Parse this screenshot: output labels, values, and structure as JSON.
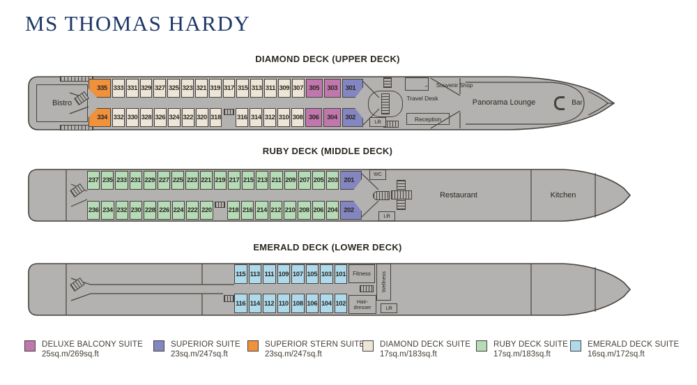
{
  "title": "MS THOMAS HARDY",
  "colors": {
    "navy": "#1D3767",
    "textdark": "#2B2620",
    "legendtext": "#433C35",
    "outline": "#46403B",
    "hull": "#B3B2B0",
    "deluxe": "#C077AD",
    "superior": "#8386C1",
    "stern": "#F0913C",
    "diamond": "#EDE6D8",
    "ruby": "#B5DBB7",
    "emerald": "#AEDAEC"
  },
  "icons": {
    "souvenir_arrow": "←"
  },
  "decks": {
    "diamond": {
      "heading": "DIAMOND DECK (UPPER DECK)",
      "areas": {
        "bistro": "Bistro",
        "travel_desk": "Travel Desk",
        "souvenir_shop": "Souvenir Shop",
        "reception": "Reception",
        "lift": "Lift",
        "panorama_lounge": "Panorama Lounge",
        "bar": "Bar"
      },
      "cabins_top": [
        {
          "n": "335",
          "t": "stern-bl"
        },
        {
          "n": "333",
          "t": "d"
        },
        {
          "n": "331",
          "t": "d"
        },
        {
          "n": "329",
          "t": "d"
        },
        {
          "n": "327",
          "t": "d"
        },
        {
          "n": "325",
          "t": "d"
        },
        {
          "n": "323",
          "t": "d"
        },
        {
          "n": "321",
          "t": "d"
        },
        {
          "n": "319",
          "t": "d"
        },
        {
          "n": "317",
          "t": "d"
        },
        {
          "n": "315",
          "t": "d"
        },
        {
          "n": "313",
          "t": "d"
        },
        {
          "n": "311",
          "t": "d"
        },
        {
          "n": "309",
          "t": "d"
        },
        {
          "n": "307",
          "t": "d"
        },
        {
          "n": "305",
          "t": "dx"
        },
        {
          "n": "303",
          "t": "dx"
        },
        {
          "n": "301",
          "t": "sup-br"
        }
      ],
      "cabins_bottom": [
        {
          "n": "334",
          "t": "stern-tl"
        },
        {
          "n": "332",
          "t": "d"
        },
        {
          "n": "330",
          "t": "d"
        },
        {
          "n": "328",
          "t": "d"
        },
        {
          "n": "326",
          "t": "d"
        },
        {
          "n": "324",
          "t": "d"
        },
        {
          "n": "322",
          "t": "d"
        },
        {
          "n": "320",
          "t": "d"
        },
        {
          "n": "318",
          "t": "d"
        },
        {
          "t": "gap"
        },
        {
          "n": "316",
          "t": "d"
        },
        {
          "n": "314",
          "t": "d"
        },
        {
          "n": "312",
          "t": "d"
        },
        {
          "n": "310",
          "t": "d"
        },
        {
          "n": "308",
          "t": "d"
        },
        {
          "n": "306",
          "t": "dx"
        },
        {
          "n": "304",
          "t": "dx"
        },
        {
          "n": "302",
          "t": "sup-tr"
        }
      ]
    },
    "ruby": {
      "heading": "RUBY DECK (MIDDLE DECK)",
      "areas": {
        "wc": "WC",
        "lift": "Lift",
        "restaurant": "Restaurant",
        "kitchen": "Kitchen"
      },
      "cabins_top": [
        {
          "n": "237",
          "t": "r"
        },
        {
          "n": "235",
          "t": "r"
        },
        {
          "n": "233",
          "t": "r"
        },
        {
          "n": "231",
          "t": "r"
        },
        {
          "n": "229",
          "t": "r"
        },
        {
          "n": "227",
          "t": "r"
        },
        {
          "n": "225",
          "t": "r"
        },
        {
          "n": "223",
          "t": "r"
        },
        {
          "n": "221",
          "t": "r"
        },
        {
          "n": "219",
          "t": "r"
        },
        {
          "n": "217",
          "t": "r"
        },
        {
          "n": "215",
          "t": "r"
        },
        {
          "n": "213",
          "t": "r"
        },
        {
          "n": "211",
          "t": "r"
        },
        {
          "n": "209",
          "t": "r"
        },
        {
          "n": "207",
          "t": "r"
        },
        {
          "n": "205",
          "t": "r"
        },
        {
          "n": "203",
          "t": "r"
        },
        {
          "n": "201",
          "t": "sup-br"
        }
      ],
      "cabins_bottom": [
        {
          "n": "236",
          "t": "r"
        },
        {
          "n": "234",
          "t": "r"
        },
        {
          "n": "232",
          "t": "r"
        },
        {
          "n": "230",
          "t": "r"
        },
        {
          "n": "228",
          "t": "r"
        },
        {
          "n": "226",
          "t": "r"
        },
        {
          "n": "224",
          "t": "r"
        },
        {
          "n": "222",
          "t": "r"
        },
        {
          "n": "220",
          "t": "r"
        },
        {
          "t": "gap"
        },
        {
          "n": "218",
          "t": "r"
        },
        {
          "n": "216",
          "t": "r"
        },
        {
          "n": "214",
          "t": "r"
        },
        {
          "n": "212",
          "t": "r"
        },
        {
          "n": "210",
          "t": "r"
        },
        {
          "n": "208",
          "t": "r"
        },
        {
          "n": "206",
          "t": "r"
        },
        {
          "n": "204",
          "t": "r"
        },
        {
          "n": "202",
          "t": "sup-tr"
        }
      ]
    },
    "emerald": {
      "heading": "EMERALD DECK (LOWER DECK)",
      "areas": {
        "fitness": "Fitness",
        "wellness": "Wellness",
        "hairdresser": "Hair-dresser",
        "lift": "Lift"
      },
      "cabins_top": [
        {
          "n": "115",
          "t": "e"
        },
        {
          "n": "113",
          "t": "e"
        },
        {
          "n": "111",
          "t": "e"
        },
        {
          "n": "109",
          "t": "e"
        },
        {
          "n": "107",
          "t": "e"
        },
        {
          "n": "105",
          "t": "e"
        },
        {
          "n": "103",
          "t": "e"
        },
        {
          "n": "101",
          "t": "e"
        }
      ],
      "cabins_bottom": [
        {
          "n": "116",
          "t": "e"
        },
        {
          "n": "114",
          "t": "e"
        },
        {
          "n": "112",
          "t": "e"
        },
        {
          "n": "110",
          "t": "e"
        },
        {
          "n": "108",
          "t": "e"
        },
        {
          "n": "106",
          "t": "e"
        },
        {
          "n": "104",
          "t": "e"
        },
        {
          "n": "102",
          "t": "e"
        }
      ]
    }
  },
  "legend": [
    {
      "name": "DELUXE BALCONY SUITE",
      "size": "25sq.m/269sq.ft",
      "color_key": "deluxe"
    },
    {
      "name": "SUPERIOR SUITE",
      "size": "23sq.m/247sq.ft",
      "color_key": "superior"
    },
    {
      "name": "SUPERIOR STERN SUITE",
      "size": "23sq.m/247sq.ft",
      "color_key": "stern"
    },
    {
      "name": "DIAMOND DECK SUITE",
      "size": "17sq.m/183sq.ft",
      "color_key": "diamond"
    },
    {
      "name": "RUBY DECK SUITE",
      "size": "17sq.m/183sq.ft",
      "color_key": "ruby"
    },
    {
      "name": "EMERALD DECK SUITE",
      "size": "16sq.m/172sq.ft",
      "color_key": "emerald"
    }
  ]
}
